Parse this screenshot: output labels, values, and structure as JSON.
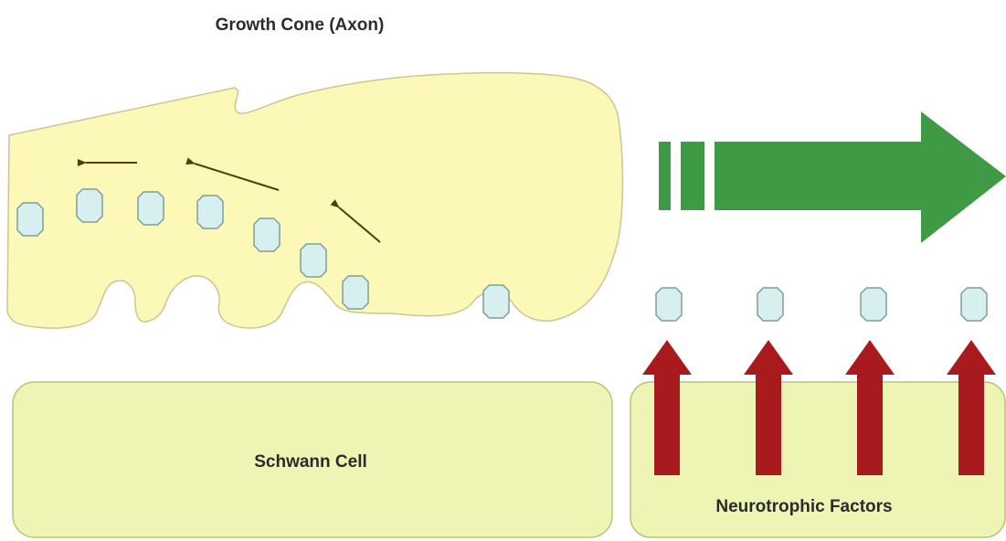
{
  "diagram": {
    "title": "Growth Cone (Axon)",
    "left_cell_label": "Schwann Cell",
    "right_cell_label": "Neurotrophic Factors"
  },
  "colors": {
    "growth_cone_fill": "#fbf8b8",
    "growth_cone_stroke": "#c9c794",
    "cell_fill": "#eef4b4",
    "cell_stroke": "#b9c37c",
    "green_arrow": "#3f9a45",
    "red_arrow": "#a81a1e",
    "receptor_fill": "#d8efef",
    "receptor_stroke": "#7f9f98",
    "small_arrow": "#4e4000"
  }
}
